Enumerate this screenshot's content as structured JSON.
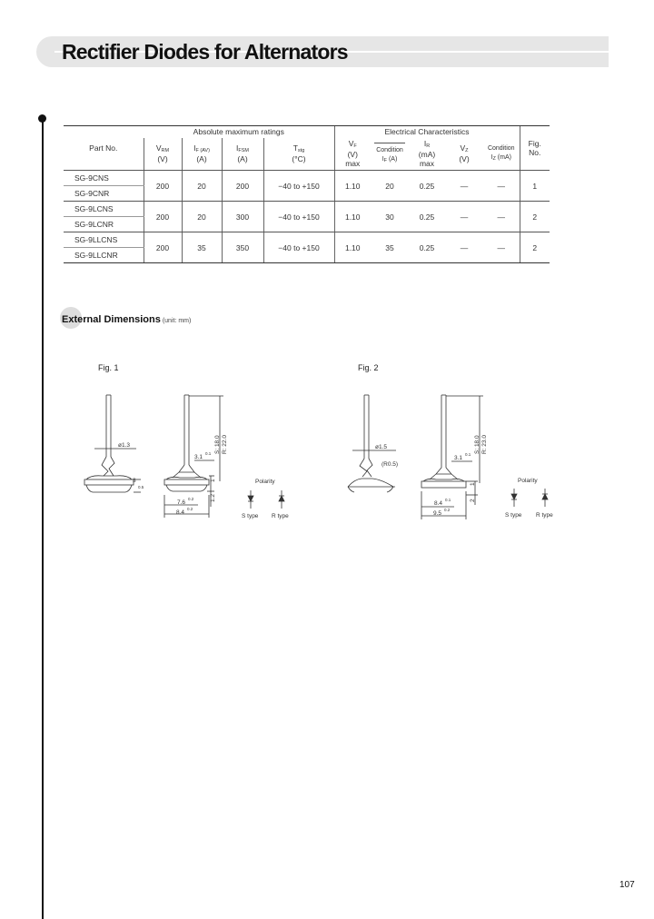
{
  "page": {
    "title": "Rectifier Diodes for Alternators",
    "page_number": "107"
  },
  "table": {
    "group_abs": "Absolute maximum ratings",
    "group_elec": "Electrical Characteristics",
    "part_no": "Part No.",
    "fig_no": [
      "Fig.",
      "No."
    ],
    "vrm": {
      "sym": "V",
      "sub": "RM",
      "unit": "(V)"
    },
    "if": {
      "sym": "I",
      "sub": "F (AV)",
      "unit": "(A)"
    },
    "ifsm": {
      "sym": "I",
      "sub": "FSM",
      "unit": "(A)"
    },
    "tstg": {
      "sym": "T",
      "sub": "stg",
      "unit": "(°C)"
    },
    "vf": {
      "sym": "V",
      "sub": "F",
      "unit": "(V)",
      "extra": "max"
    },
    "cond_if": {
      "label": "Condition",
      "sym": "I",
      "sub": "F",
      "unit": "(A)"
    },
    "ir": {
      "sym": "I",
      "sub": "R",
      "unit": "(mA)",
      "extra": "max"
    },
    "vz": {
      "sym": "V",
      "sub": "Z",
      "unit": "(V)"
    },
    "cond_iz": {
      "label": "Condition",
      "sym": "I",
      "sub": "Z",
      "unit": "(mA)"
    },
    "rows": [
      {
        "parts": [
          "SG-9CNS",
          "SG-9CNR"
        ],
        "vrm": "200",
        "if": "20",
        "ifsm": "200",
        "tstg": "−40 to +150",
        "vf": "1.10",
        "cond_if": "20",
        "ir": "0.25",
        "vz": "—",
        "cond_iz": "—",
        "fig": "1"
      },
      {
        "parts": [
          "SG-9LCNS",
          "SG-9LCNR"
        ],
        "vrm": "200",
        "if": "20",
        "ifsm": "300",
        "tstg": "−40 to +150",
        "vf": "1.10",
        "cond_if": "30",
        "ir": "0.25",
        "vz": "—",
        "cond_iz": "—",
        "fig": "2"
      },
      {
        "parts": [
          "SG-9LLCNS",
          "SG-9LLCNR"
        ],
        "vrm": "200",
        "if": "35",
        "ifsm": "350",
        "tstg": "−40 to +150",
        "vf": "1.10",
        "cond_if": "35",
        "ir": "0.25",
        "vz": "—",
        "cond_iz": "—",
        "fig": "2"
      }
    ]
  },
  "dimensions": {
    "title": "External Dimensions",
    "unit": "(unit: mm)",
    "fig1": {
      "label": "Fig. 1",
      "lead_dia": "ø1.3",
      "dim_3": "3",
      "dim_3_tol": "0.5",
      "dim_31": "3.1",
      "dim_31_tol": "0.1",
      "dim_s": "S: 18.0",
      "dim_r": "R: 22.0",
      "dim_76": "7.6",
      "dim_76_tol": "0.2",
      "dim_84": "8.4",
      "dim_84_tol": "0.2",
      "dim_12": "1.2",
      "dim_1": "1",
      "polarity": "Polarity",
      "s_type": "S type",
      "r_type": "R type"
    },
    "fig2": {
      "label": "Fig. 2",
      "lead_dia": "ø1.5",
      "r05": "(R0.5)",
      "dim_31": "3.1",
      "dim_31_tol": "0.1",
      "dim_s": "S: 18.0",
      "dim_r": "R: 23.0",
      "dim_84": "8.4",
      "dim_84_tol": "0.1",
      "dim_95": "9.5",
      "dim_95_tol": "0.2",
      "dim_2": "2",
      "dim_1": "1",
      "polarity": "Polarity",
      "s_type": "S type",
      "r_type": "R type"
    }
  }
}
